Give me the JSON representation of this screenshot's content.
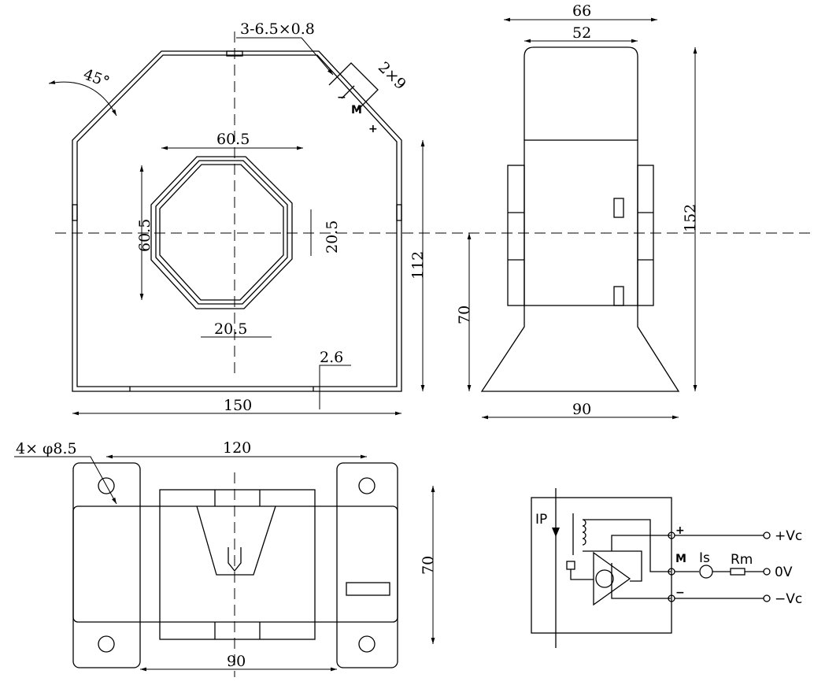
{
  "front_view": {
    "slot_note": "3-6.5×0.8",
    "angle": "45°",
    "terminal_note": "2×9",
    "minus": "−",
    "m": "M",
    "plus": "+",
    "hole_width": "60.5",
    "hole_height": "60.5",
    "flat_right": "20.5",
    "flat_bottom": "20.5",
    "thickness": "2.6",
    "height": "112",
    "width": "150"
  },
  "side_view": {
    "top_outer": "66",
    "top_inner": "52",
    "total_height": "152",
    "center_height": "70",
    "base_width": "90"
  },
  "bottom_view": {
    "holes": "4× φ8.5",
    "hole_spacing": "120",
    "height": "70",
    "inner_width": "90"
  },
  "circuit": {
    "ip": "IP",
    "plus": "+",
    "m": "M",
    "minus": "−",
    "is": "Is",
    "rm": "Rm",
    "vc_pos": "+Vc",
    "zero_v": "0V",
    "vc_neg": "−Vc"
  }
}
